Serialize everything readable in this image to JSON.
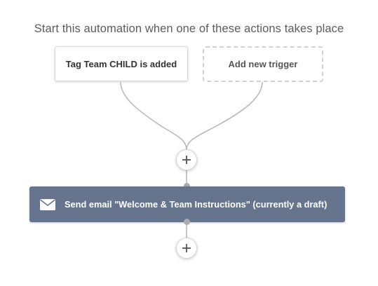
{
  "heading": "Start this automation when one of these actions takes place",
  "triggers": [
    {
      "label": "Tag Team CHILD is added"
    }
  ],
  "add_trigger_label": "Add new trigger",
  "actions": [
    {
      "label": "Send email \"Welcome & Team Instructions\" (currently a draft)",
      "icon": "envelope-icon"
    }
  ],
  "colors": {
    "action_bar": "#66758d",
    "connector": "#b4b7bb",
    "heading_text": "#5c5c5c"
  }
}
